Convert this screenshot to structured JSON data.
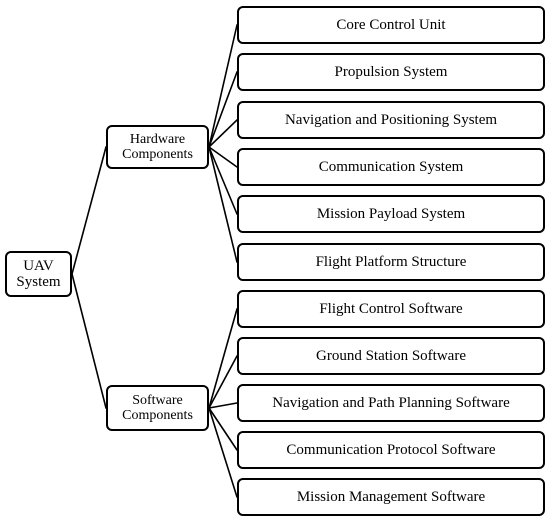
{
  "root": {
    "label": "UAV\nSystem"
  },
  "groups": [
    {
      "id": "hardware",
      "label": "Hardware\nComponents",
      "children": [
        "Core Control Unit",
        "Propulsion System",
        "Navigation and Positioning System",
        "Communication System",
        "Mission Payload System",
        "Flight Platform Structure"
      ]
    },
    {
      "id": "software",
      "label": "Software\nComponents",
      "children": [
        "Flight Control Software",
        "Ground Station Software",
        "Navigation and Path Planning Software",
        "Communication Protocol Software",
        "Mission Management Software"
      ]
    }
  ],
  "colors": {
    "line": "#000000",
    "box_border": "#000000",
    "background": "#ffffff"
  }
}
